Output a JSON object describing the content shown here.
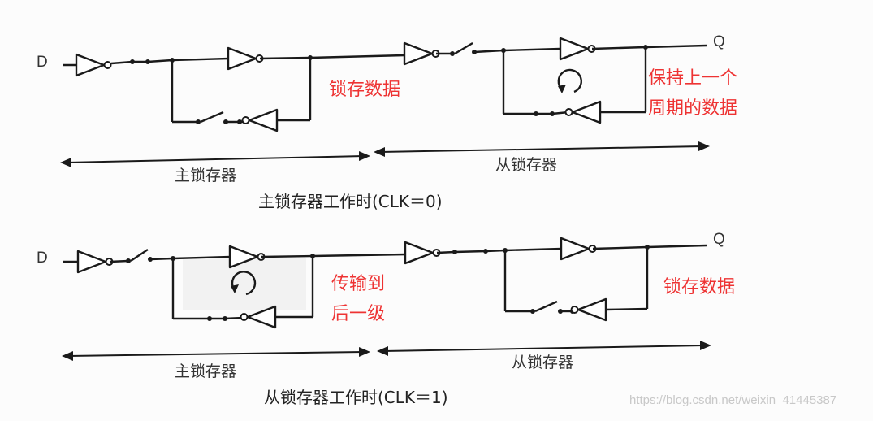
{
  "pins": {
    "d": "D",
    "q": "Q"
  },
  "top": {
    "caption": "主锁存器工作时(CLK＝0)",
    "master_label": "主锁存器",
    "slave_label": "从锁存器",
    "note_master": "锁存数据",
    "note_slave_line1": "保持上一个",
    "note_slave_line2": "周期的数据"
  },
  "bottom": {
    "caption": "从锁存器工作时(CLK＝1)",
    "master_label": "主锁存器",
    "slave_label": "从锁存器",
    "note_master_line1": "传输到",
    "note_master_line2": "后一级",
    "note_slave": "锁存数据"
  },
  "watermark": "https://blog.csdn.net/weixin_41445387",
  "colors": {
    "note": "#ee3333",
    "ink": "#1a1a1a"
  }
}
